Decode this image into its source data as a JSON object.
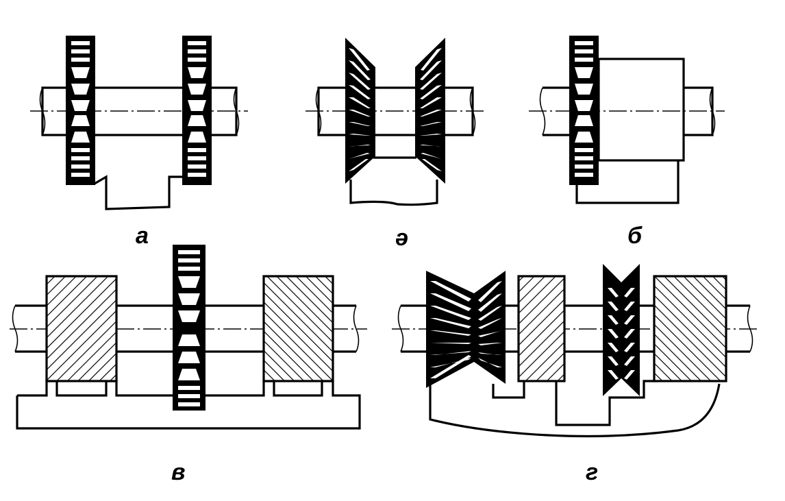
{
  "captions": {
    "a": "а",
    "schwa": "ә",
    "b": "б",
    "v": "в",
    "g": "г"
  }
}
